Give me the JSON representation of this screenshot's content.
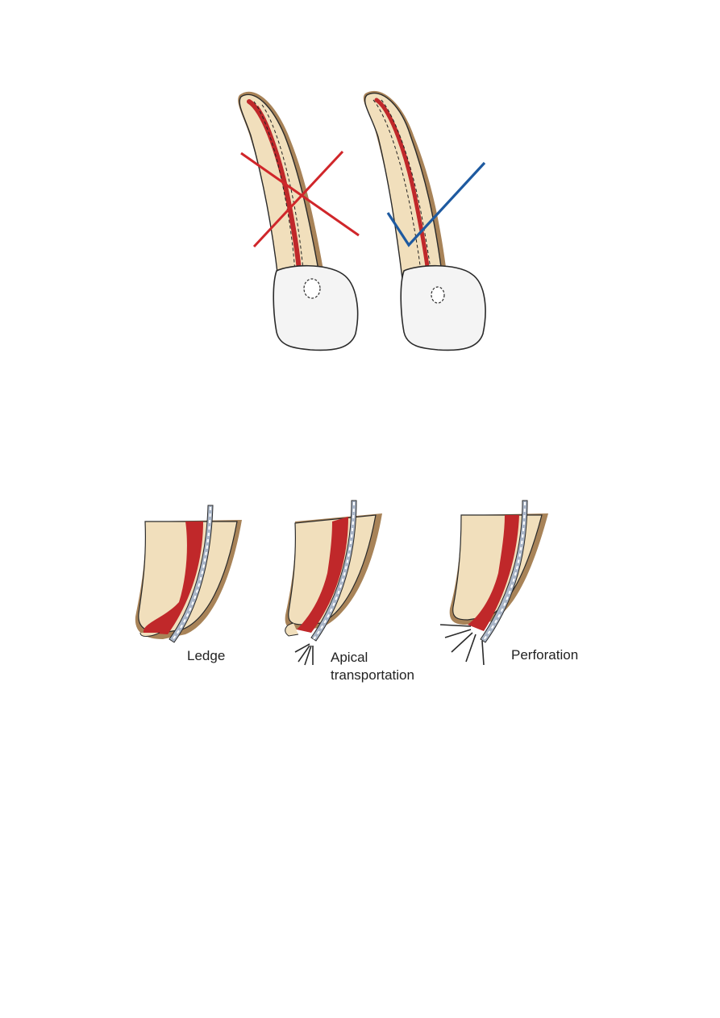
{
  "colors": {
    "root_fill": "#f1dfbc",
    "root_shadow": "#a88358",
    "canal": "#c0282a",
    "crown": "#f4f4f4",
    "wrong_mark": "#d0262a",
    "correct_mark": "#1e5aa0",
    "file": "#aab6c8"
  },
  "icons": {
    "wrong": "cross-mark-icon",
    "correct": "check-mark-icon"
  },
  "labels": {
    "ledge": "Ledge",
    "apical_line1": "Apical",
    "apical_line2": "transportation",
    "perforation": "Perforation"
  }
}
